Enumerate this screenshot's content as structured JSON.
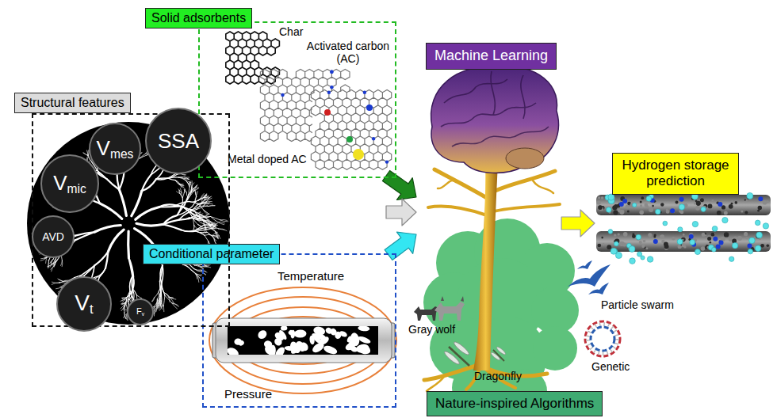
{
  "diagram": {
    "nodes": [
      {
        "text": [
          "Structural features"
        ]
      },
      {
        "text": [
          "Vmes"
        ],
        "in": 0
      },
      {
        "text": [
          "SSA"
        ],
        "in": 0
      },
      {
        "text": [
          "Vmic"
        ],
        "in": 0
      },
      {
        "text": [
          "AVD"
        ],
        "in": 0
      },
      {
        "text": [
          "Vt"
        ],
        "in": 0
      },
      {
        "text": [
          "Fv"
        ],
        "in": 0
      },
      {
        "text": [
          "Solid adsorbents"
        ]
      },
      {
        "text": [
          "Conditional parameter"
        ]
      },
      {
        "text": [
          "Machine Learning"
        ]
      },
      {
        "text": [
          "Nature-inspired Algorithms"
        ]
      },
      {
        "text": [
          "Hydrogen storage prediction"
        ]
      }
    ],
    "edges": [
      {
        "from": 7,
        "to": 9,
        "arrow": "to"
      },
      {
        "from": 0,
        "to": 9,
        "arrow": "to"
      },
      {
        "from": 8,
        "to": 9,
        "arrow": "to"
      },
      {
        "from": 9,
        "to": 11,
        "arrow": "to"
      }
    ],
    "labels": [
      "Char",
      "Activated carbon (AC)",
      "Metal doped AC",
      "Temperature",
      "Pressure",
      "Gray wolf",
      "Particle swarm",
      "Genetic",
      "Dragonfly"
    ]
  }
}
